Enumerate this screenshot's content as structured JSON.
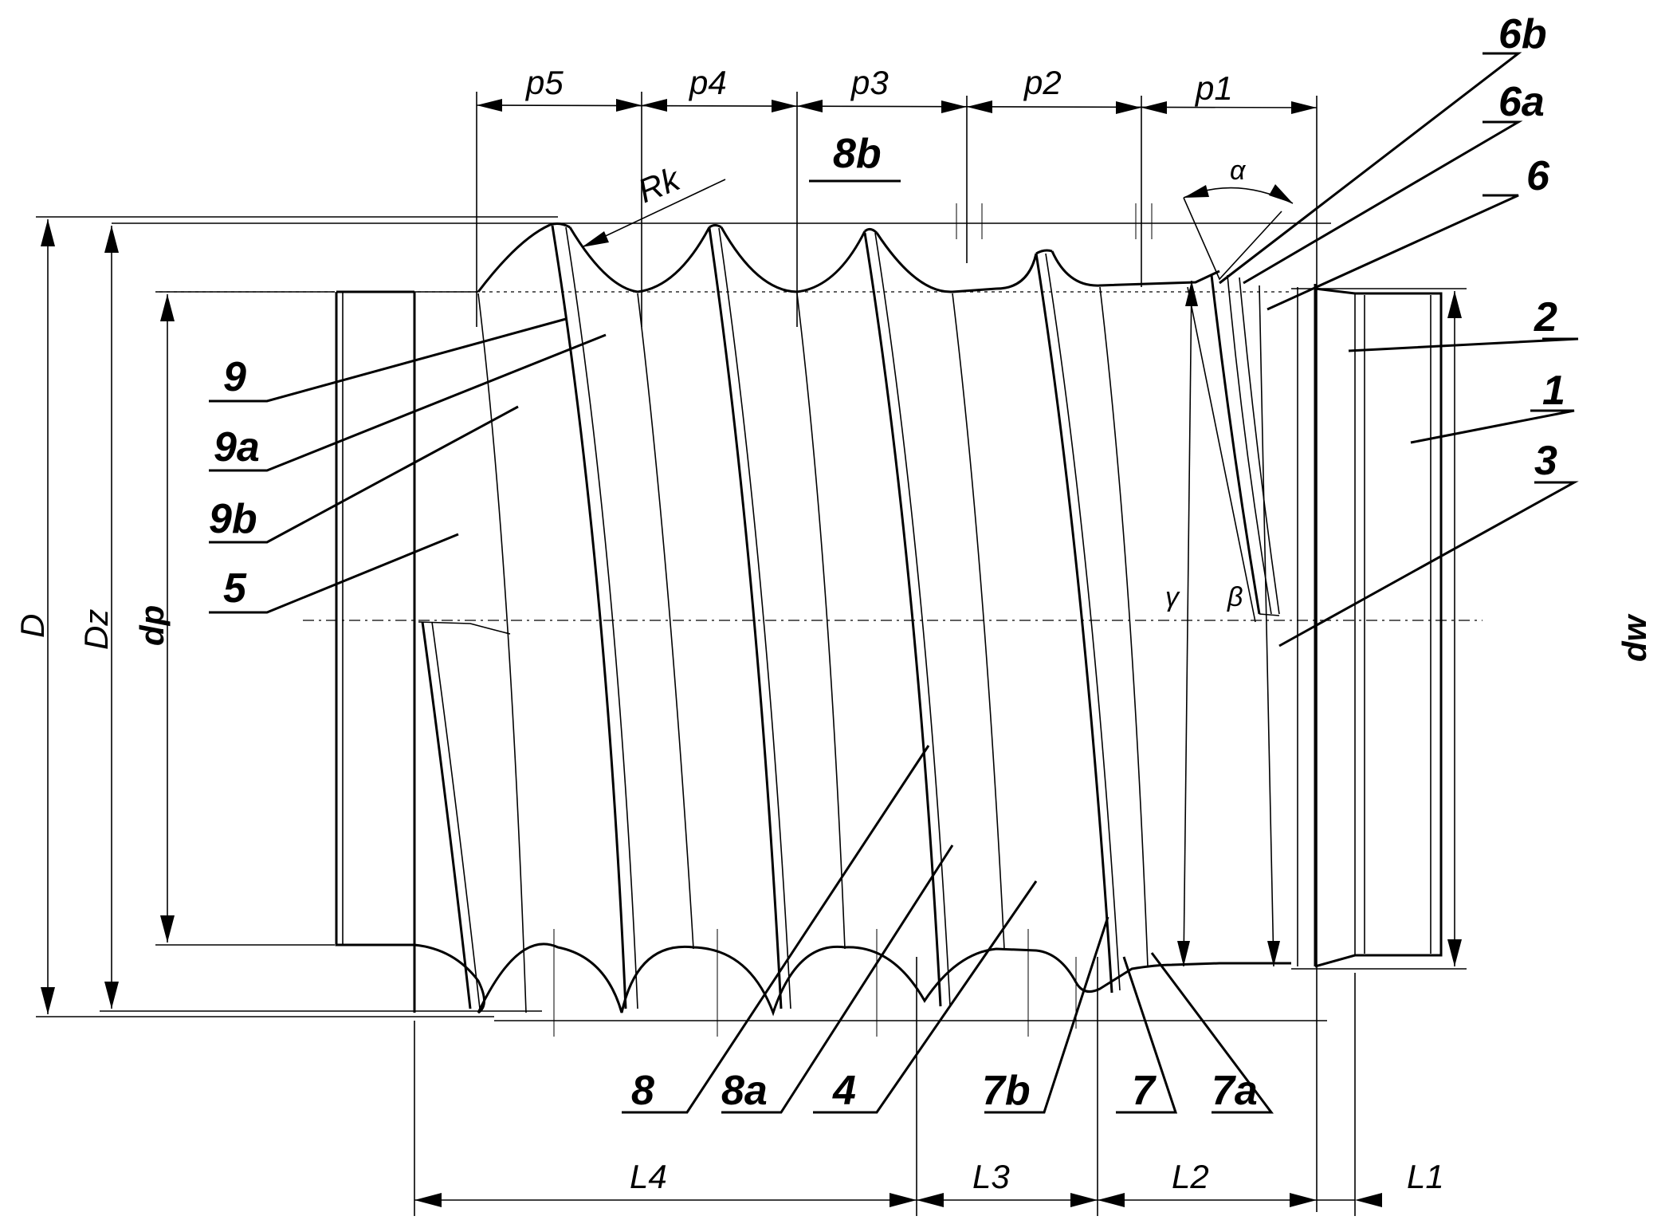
{
  "pitch_labels": [
    "p5",
    "p4",
    "p3",
    "p2",
    "p1"
  ],
  "length_labels": [
    "L4",
    "L3",
    "L2",
    "L1"
  ],
  "diameter_labels": [
    "D",
    "Dz",
    "dp",
    "dw"
  ],
  "angle_labels": [
    "α",
    "γ",
    "β"
  ],
  "radius_label": "Rk",
  "part_labels": {
    "p1": "1",
    "p2": "2",
    "p3": "3",
    "p4": "4",
    "p5": "5",
    "p6": "6",
    "p6a": "6a",
    "p6b": "6b",
    "p7": "7",
    "p7a": "7a",
    "p7b": "7b",
    "p8": "8",
    "p8a": "8a",
    "p8b": "8b",
    "p9": "9",
    "p9a": "9a",
    "p9b": "9b"
  }
}
